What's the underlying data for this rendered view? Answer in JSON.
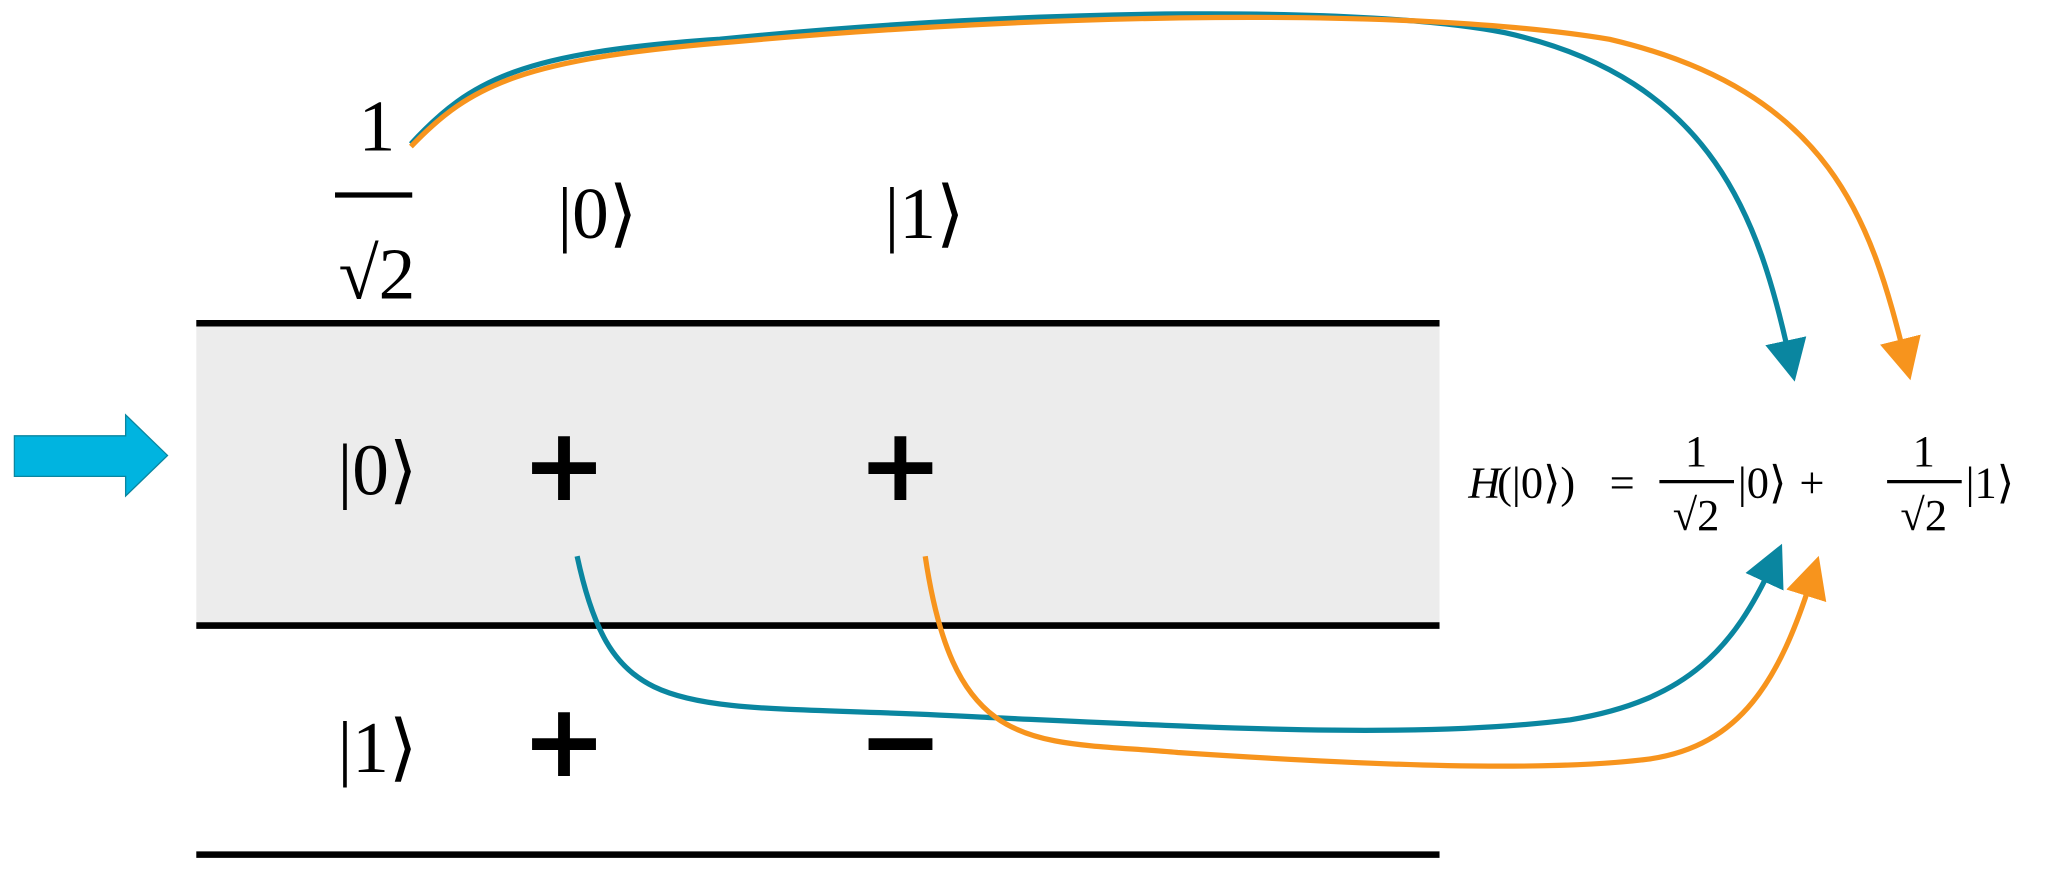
{
  "title": "Hadamard gate table",
  "header": {
    "coefficient_num": "1",
    "coefficient_den": "√2",
    "col_0": "|0⟩",
    "col_1": "|1⟩"
  },
  "rows": [
    {
      "label": "|0⟩",
      "cells": [
        "+",
        "+"
      ]
    },
    {
      "label": "|1⟩",
      "cells": [
        "+",
        "−"
      ]
    }
  ],
  "formula": {
    "lhs_op": "H",
    "lhs_arg": "(|0⟩)",
    "equals": "=",
    "coef1_num": "1",
    "coef1_den": "√2",
    "ket1": "|0⟩",
    "plus": "+",
    "coef2_num": "1",
    "coef2_den": "√2",
    "ket2": "|1⟩"
  },
  "colors": {
    "teal": "#0a86a0",
    "orange": "#f7941d",
    "input_arrow": "#00b4e0",
    "highlight_row": "#ececec"
  }
}
